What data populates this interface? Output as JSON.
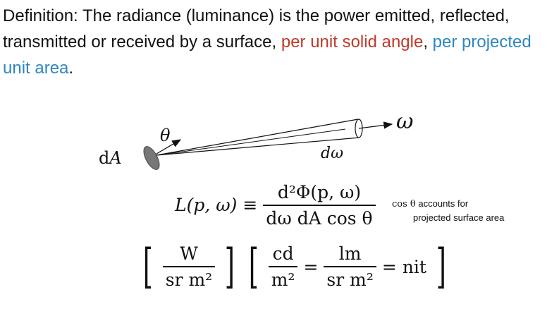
{
  "definition": {
    "part1": "Definition: The radiance (luminance) is the power emitted, reflected, transmitted or received by a surface, ",
    "red_phrase": "per unit solid angle",
    "comma": ", ",
    "blue_phrase": "per projected unit area",
    "period": "."
  },
  "colors": {
    "red": "#c0392b",
    "blue": "#2e86c1",
    "surface": "#707070"
  },
  "diagram": {
    "area_label": "dA",
    "theta_label": "θ",
    "omega_label": "ω",
    "domega_label": "dω"
  },
  "equation": {
    "lhs": "L(p, ω)",
    "equiv": "≡",
    "numerator": "d²Φ(p, ω)",
    "denominator": "dω dA cos θ"
  },
  "note": {
    "math": "cos θ",
    "line1": "accounts for",
    "line2": "projected surface area"
  },
  "units": {
    "w_num": "W",
    "w_den": "sr m²",
    "cd_num": "cd",
    "cd_den": "m²",
    "eq1": "=",
    "lm_num": "lm",
    "lm_den": "sr m²",
    "eq2": "=",
    "nit": "nit"
  }
}
